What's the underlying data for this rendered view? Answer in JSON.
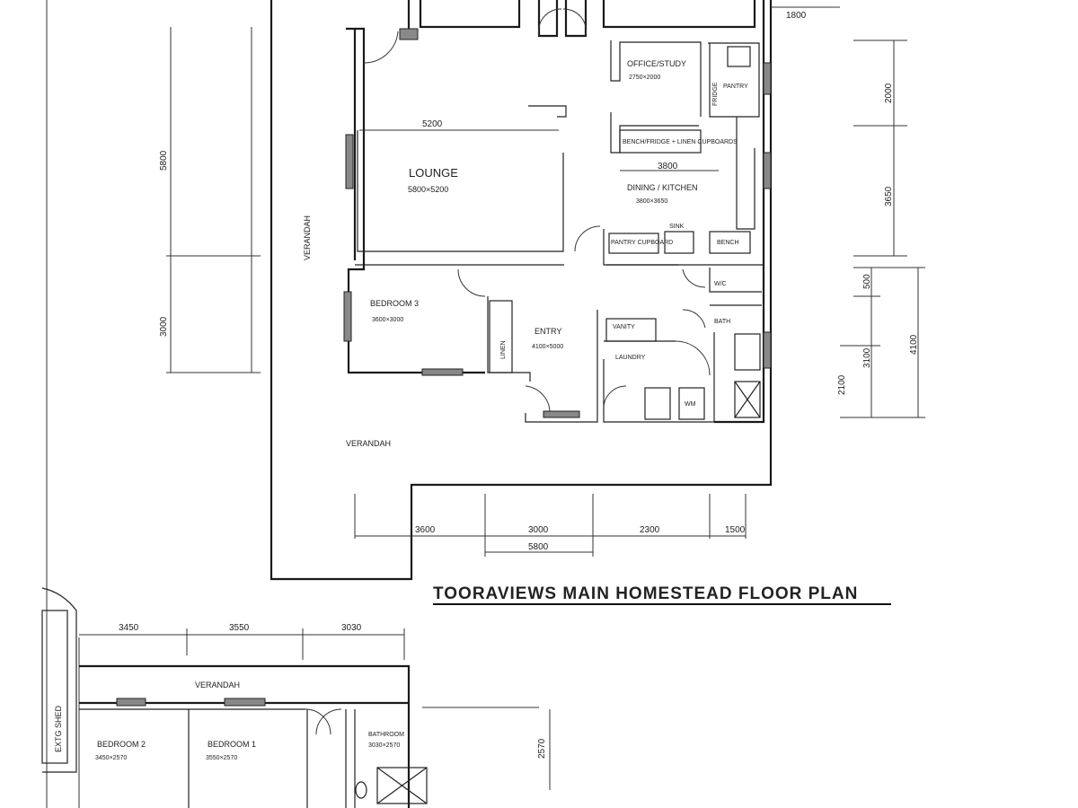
{
  "plan_title": "TOORAVIEWS MAIN HOMESTEAD FLOOR PLAN",
  "main_house": {
    "rooms": {
      "office": {
        "name": "OFFICE/STUDY",
        "size": "2750×2000"
      },
      "pantry": "PANTRY",
      "fridge": "FRIDGE",
      "bench_linen": "BENCH/FRIDGE + LINEN CUPBOARDS",
      "dining": {
        "name": "DINING / KITCHEN",
        "size": "3800×3650",
        "dim": "3800"
      },
      "sink": "SINK",
      "cupboard": "PANTRY CUPBOARD",
      "bench": "BENCH",
      "lounge": {
        "name": "LOUNGE",
        "size": "5800×5200",
        "dim": "5200"
      },
      "bedroom3": {
        "name": "BEDROOM 3",
        "size": "3600×3000"
      },
      "linen": "LINEN",
      "entry": {
        "name": "ENTRY",
        "size": "4100×5000"
      },
      "wc": "W/C",
      "bath": "BATH",
      "vanity": "VANITY",
      "laundry": "LAUNDRY",
      "wm": "WM",
      "verandah_side": "VERANDAH",
      "verandah_front": "VERANDAH"
    },
    "dims_left": [
      "5800",
      "3000"
    ],
    "dims_right": [
      "1800",
      "2000",
      "3650",
      "500",
      "3100",
      "4100",
      "2100"
    ],
    "dims_bottom": [
      "3600",
      "3000",
      "2300",
      "1500",
      "5800"
    ]
  },
  "cottage": {
    "shed": "EXTG SHED",
    "verandah": "VERANDAH",
    "bedroom2": {
      "name": "BEDROOM 2",
      "size": "3450×2570"
    },
    "bedroom1": {
      "name": "BEDROOM 1",
      "size": "3550×2570"
    },
    "bathroom": {
      "name": "BATHROOM",
      "size": "3030×2570"
    },
    "dims_top": [
      "3450",
      "3550",
      "3030"
    ],
    "dim_right": "2570"
  }
}
